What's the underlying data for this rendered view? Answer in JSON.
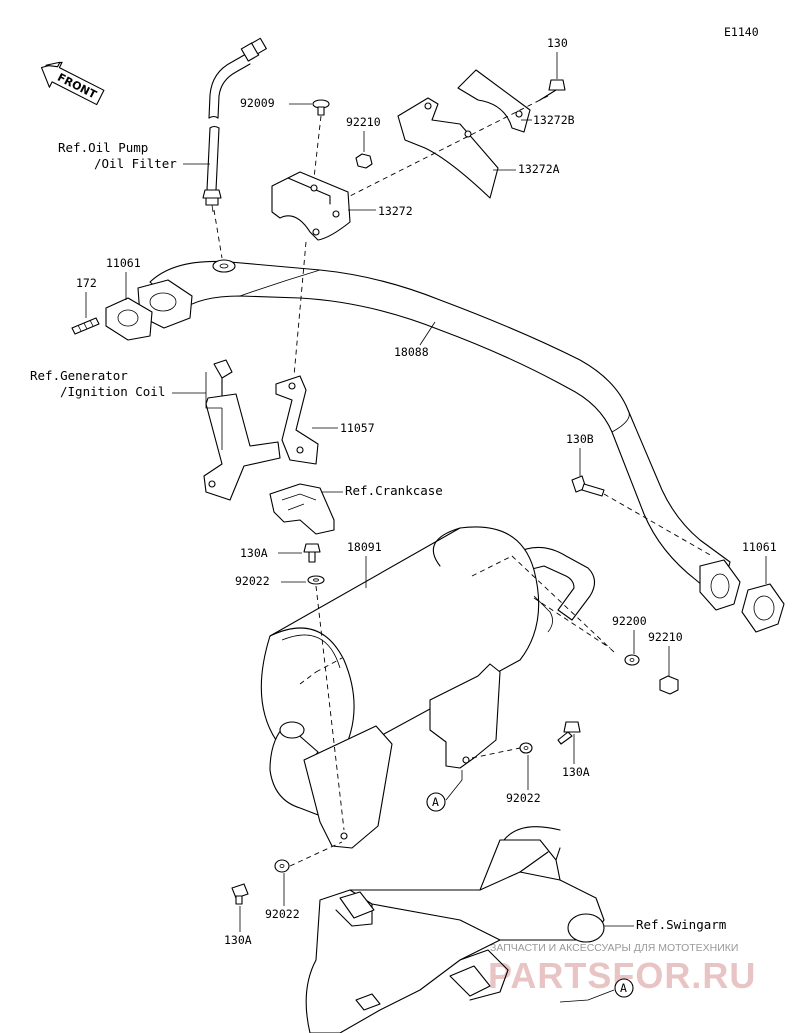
{
  "diagram_code": "E1140",
  "front_label": "FRONT",
  "parts": {
    "p130": "130",
    "p13272B": "13272B",
    "p13272A": "13272A",
    "p13272": "13272",
    "p92009": "92009",
    "p92210_top": "92210",
    "p11061_left": "11061",
    "p172": "172",
    "p18088": "18088",
    "p11057": "11057",
    "p130B": "130B",
    "p11061_right": "11061",
    "p18091": "18091",
    "p130A_a": "130A",
    "p92022_a": "92022",
    "p92200": "92200",
    "p92210_right": "92210",
    "p130A_b": "130A",
    "p92022_b": "92022",
    "p92022_c": "92022",
    "p130A_c": "130A"
  },
  "refs": {
    "oil_pump_1": "Ref.Oil Pump",
    "oil_pump_2": "/Oil Filter",
    "generator_1": "Ref.Generator",
    "generator_2": "/Ignition Coil",
    "crankcase": "Ref.Crankcase",
    "swingarm": "Ref.Swingarm"
  },
  "markers": {
    "a1": "A",
    "a2": "A"
  },
  "watermark": {
    "caption": "ЗАПЧАСТИ И АКСЕССУАРЫ ДЛЯ МОТОТЕХНИКИ",
    "brand": "PARTSFOR.RU"
  }
}
